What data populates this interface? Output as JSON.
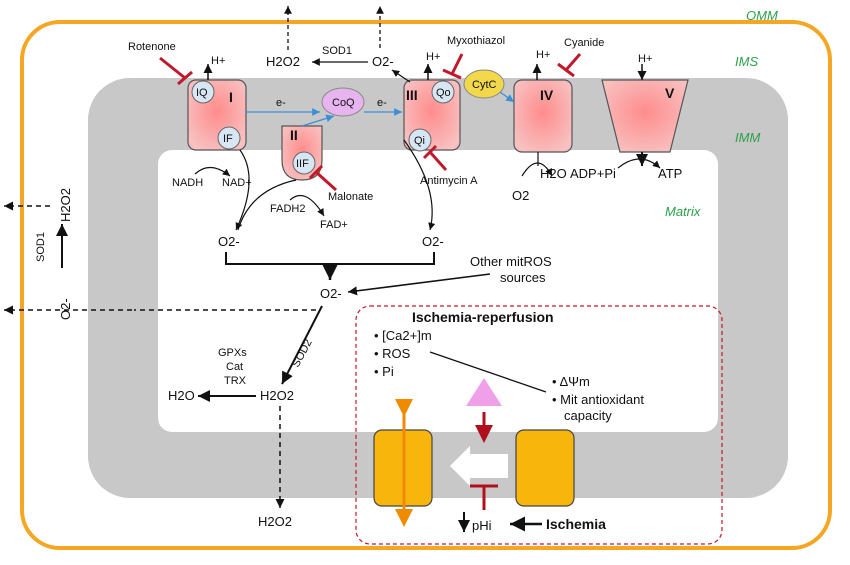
{
  "regions": {
    "omm": "OMM",
    "ims": "IMS",
    "imm": "IMM",
    "matrix": "Matrix"
  },
  "complexes": {
    "c1": "I",
    "c1_q": "IQ",
    "c1_f": "IF",
    "c2": "II",
    "c2_f": "IIF",
    "c3": "III",
    "c3_qo": "Qo",
    "c3_qi": "Qi",
    "c4": "IV",
    "c5": "V"
  },
  "carriers": {
    "coq": "CoQ",
    "cytc": "CytC",
    "electron": "e-"
  },
  "inhibitors": {
    "rotenone": "Rotenone",
    "malonate": "Malonate",
    "myxothiazol": "Myxothiazol",
    "antimycin": "Antimycin A",
    "cyanide": "Cyanide"
  },
  "species": {
    "proton": "H+",
    "nadh": "NADH",
    "nad": "NAD+",
    "fadh2": "FADH2",
    "fad": "FAD+",
    "o2": "O2",
    "h2o": "H2O",
    "adp": "ADP+Pi",
    "atp": "ATP",
    "superoxide": "O2-",
    "h2o2": "H2O2",
    "sod1": "SOD1",
    "sod2": "SOD2",
    "gpx": "GPXs",
    "cat": "Cat",
    "trx": "TRX"
  },
  "other_sources": {
    "line1": "Other mitROS",
    "line2": "sources"
  },
  "ischemia_box": {
    "title": "Ischemia-reperfusion",
    "items": [
      "[Ca2+]m",
      "ROS",
      "Pi"
    ],
    "effects": [
      "ΔΨm",
      "Mit antioxidant",
      "capacity"
    ],
    "ph": "pHi",
    "ischemia": "Ischemia"
  },
  "colors": {
    "omm_stroke": "#f5a623",
    "imm_fill": "#c8c8c8",
    "complex_fill": "#f6a6a6",
    "inhibitor": "#c0192c",
    "coq_fill": "#e8b4f0",
    "cytc_fill": "#f2d84a",
    "region_text": "#2aa14a",
    "ptp_fill": "#f8b60c",
    "triangle": "#f0a0e8"
  }
}
